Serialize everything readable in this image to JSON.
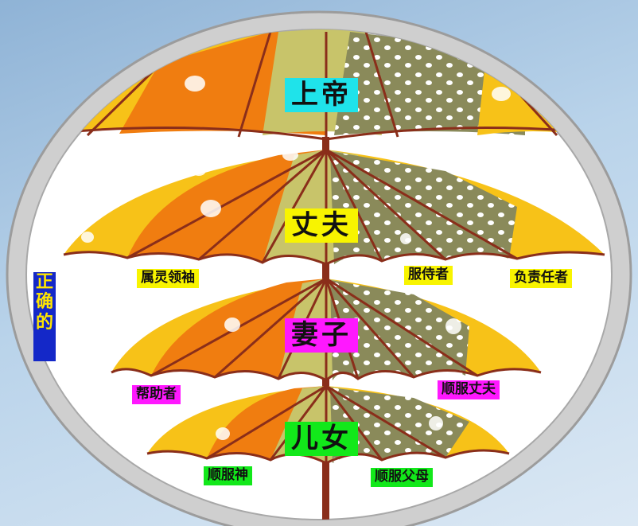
{
  "side_caption": [
    "正",
    "确",
    "的"
  ],
  "levels": [
    {
      "title": "上帝",
      "color": "#1fe3ea"
    },
    {
      "title": "丈夫",
      "color": "#f8f400"
    },
    {
      "title": "妻子",
      "color": "#ff18ff"
    },
    {
      "title": "儿女",
      "color": "#12e81a"
    }
  ],
  "roles": {
    "husband": [
      "属灵领袖",
      "服侍者",
      "负责任者"
    ],
    "wife": [
      "帮助者",
      "顺服丈夫"
    ],
    "children": [
      "顺服神",
      "顺服父母"
    ]
  },
  "colors": {
    "husband_role": "#f8f400",
    "wife_role": "#ff18ff",
    "children_role": "#12e81a",
    "panel_yellow": "#f7c218",
    "panel_orange": "#f07d10",
    "panel_khaki": "#c8c46a",
    "panel_dotted": "#8a8a5a",
    "rib": "#8a2e1a",
    "frame_rim": "#c9c9c9"
  }
}
